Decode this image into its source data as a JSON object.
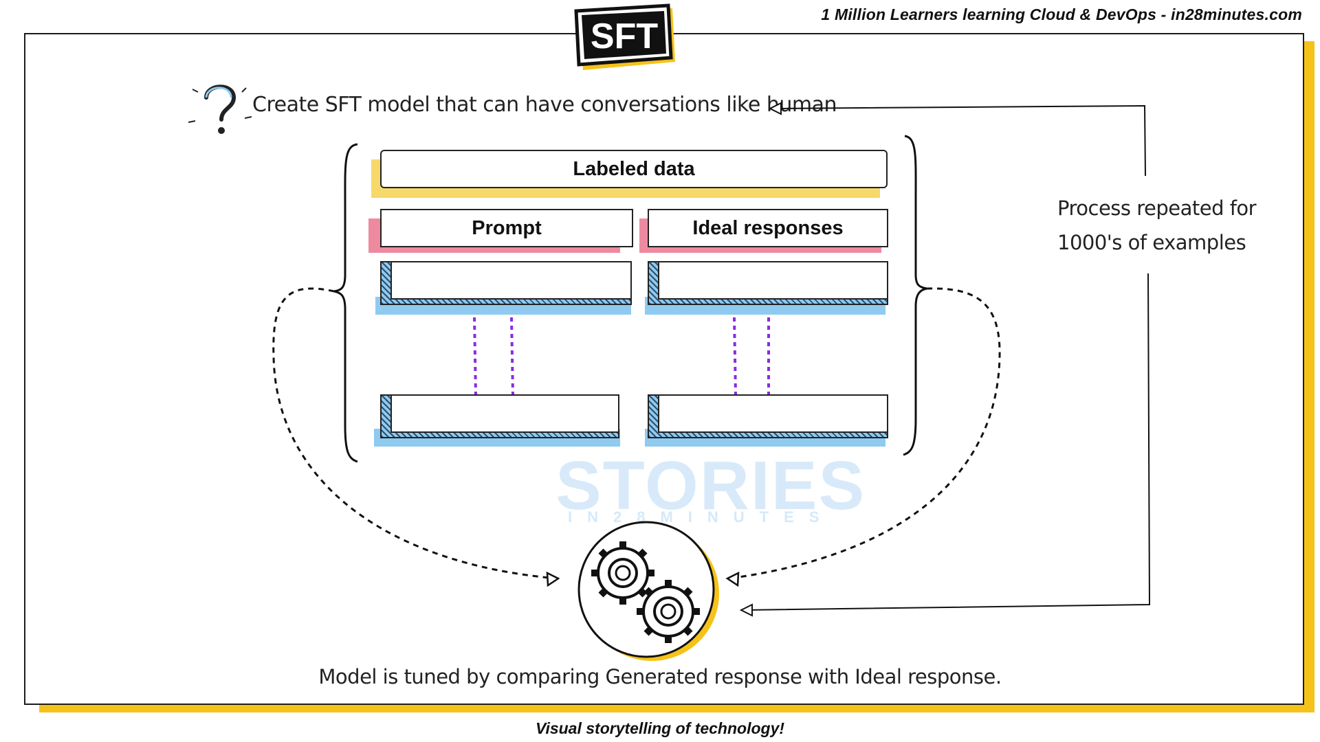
{
  "header": {
    "tagline": "1 Million Learners learning Cloud & DevOps - in28minutes.com"
  },
  "logo": {
    "text": "SFT"
  },
  "question": {
    "text": "Create SFT model that can have conversations like human"
  },
  "diagram": {
    "labeled_data": "Labeled data",
    "prompt_header": "Prompt",
    "ideal_header": "Ideal responses"
  },
  "side_note": {
    "line1": "Process repeated for",
    "line2": "1000's of examples"
  },
  "caption": {
    "text": "Model is tuned by comparing Generated response with Ideal response."
  },
  "footer": {
    "tagline": "Visual storytelling of technology!"
  },
  "watermark": {
    "main": "STORIES",
    "sub": "IN28MINUTES"
  },
  "colors": {
    "accent_yellow": "#f6c21a",
    "highlight_pink": "#ee8aa0",
    "highlight_blue": "#8fcaf0",
    "dotted_purple": "#8a2be2"
  }
}
